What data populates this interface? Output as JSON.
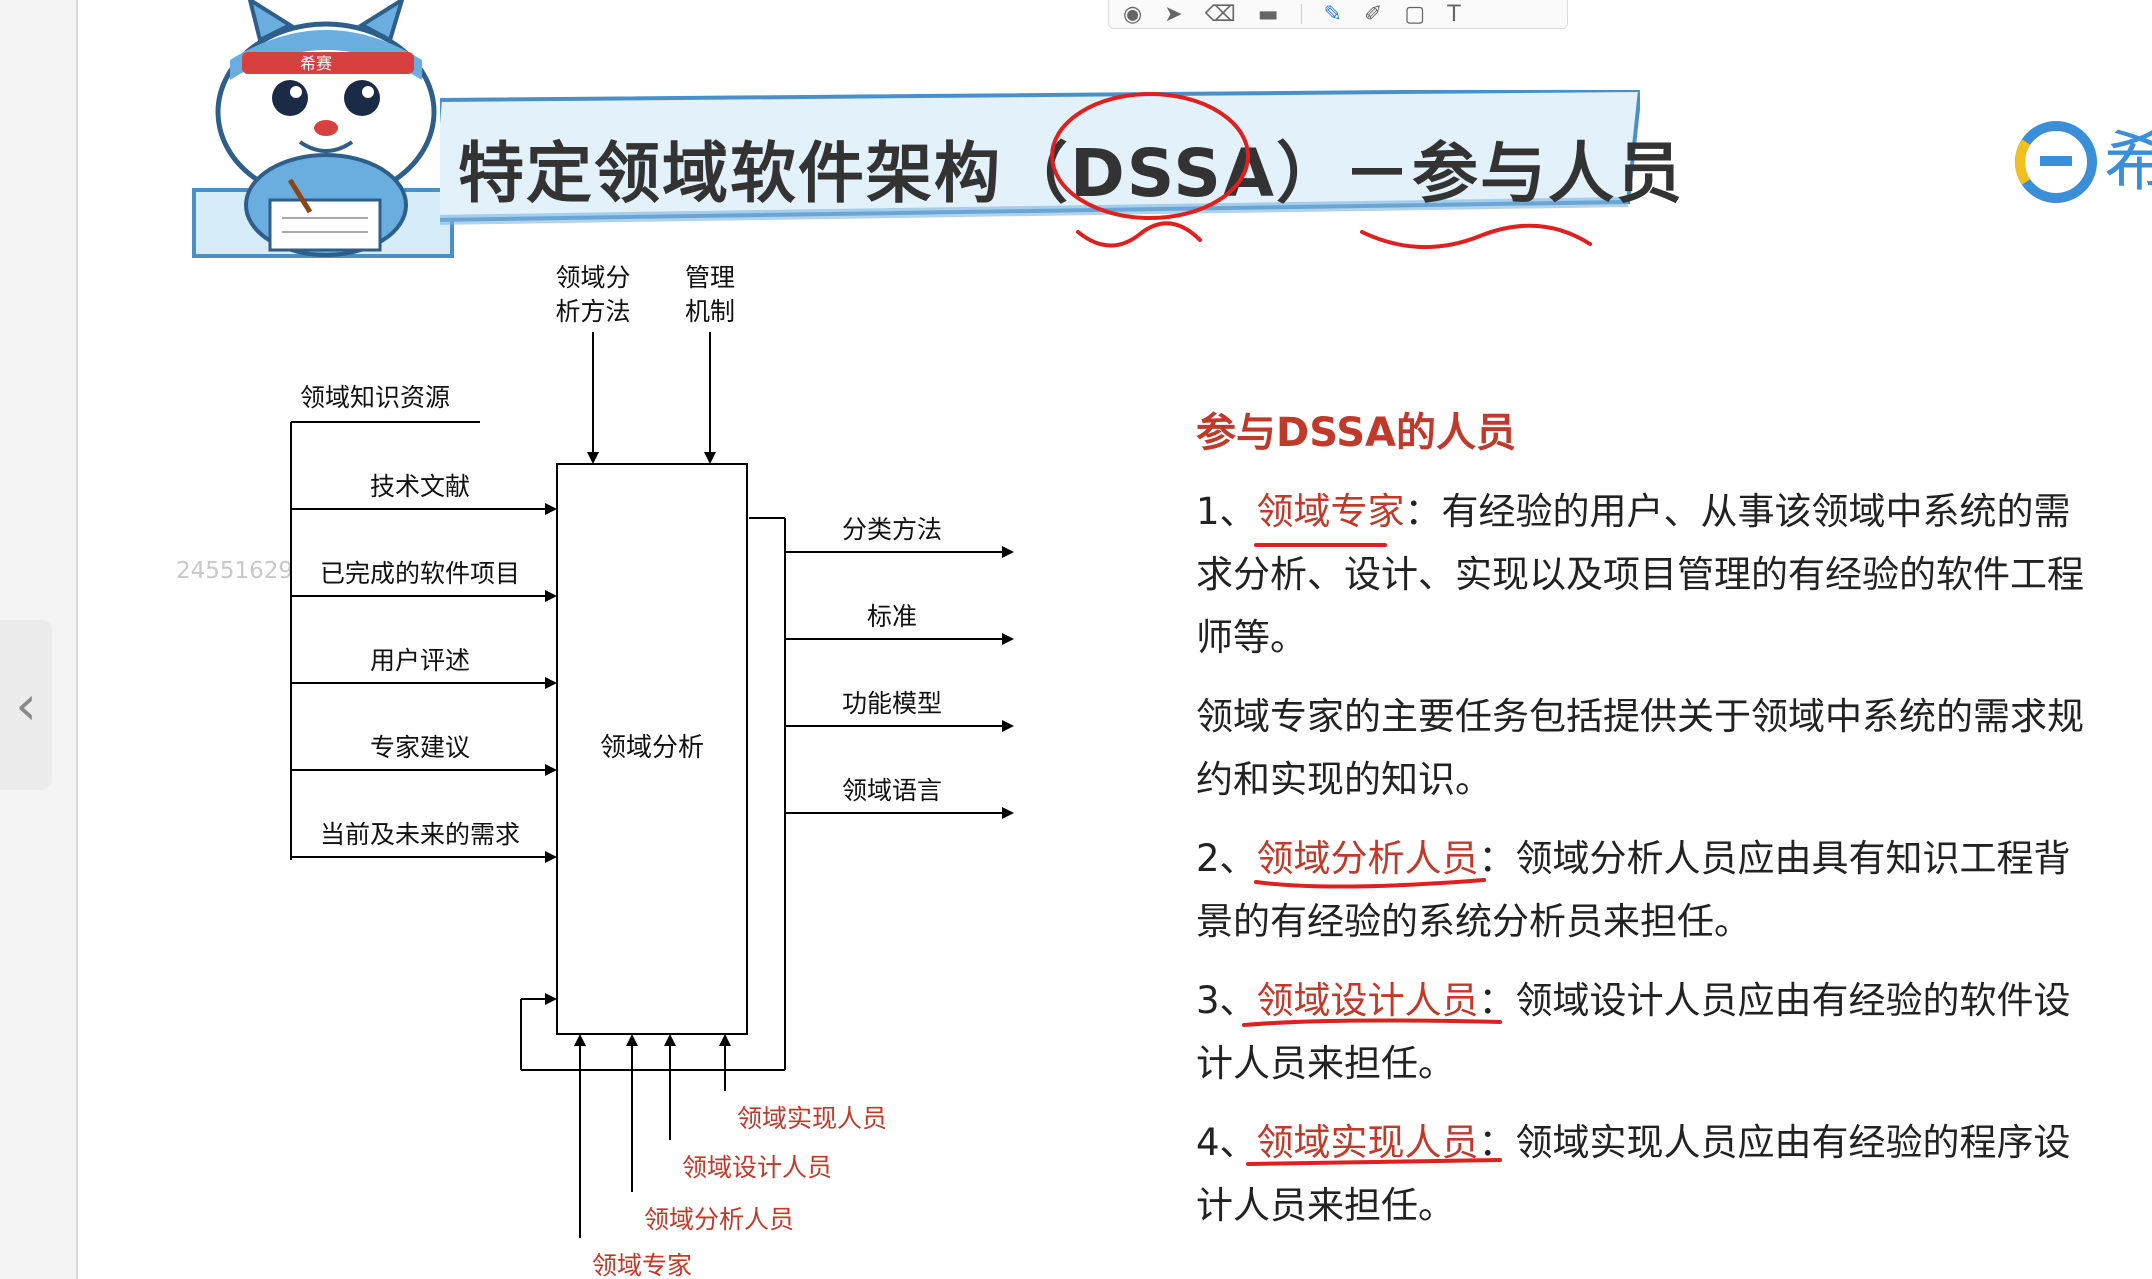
{
  "title": {
    "main": "特定领域软件架构（DSSA）",
    "suffix": "－参与人员"
  },
  "mascot": {
    "headband": "希赛"
  },
  "brand": {
    "glyph": "希"
  },
  "watermark": "24551629",
  "diagram": {
    "center": "领域分析",
    "top_inputs": [
      "领域分析方法",
      "管理机制"
    ],
    "top_input_lines": [
      [
        "领域分",
        "析方法"
      ],
      [
        "管理",
        "机制"
      ]
    ],
    "knowledge_title": "领域知识资源",
    "inputs": [
      "技术文献",
      "已完成的软件项目",
      "用户评述",
      "专家建议",
      "当前及未来的需求"
    ],
    "outputs": [
      "分类方法",
      "标准",
      "功能模型",
      "领域语言"
    ],
    "people": [
      "领域实现人员",
      "领域设计人员",
      "领域分析人员",
      "领域专家"
    ]
  },
  "content": {
    "heading": "参与DSSA的人员",
    "items": [
      {
        "num": "1、",
        "role": "领域专家",
        "text": "：有经验的用户、从事该领域中系统的需求分析、设计、实现以及项目管理的有经验的软件工程师等。"
      },
      {
        "extra": "领域专家的主要任务包括提供关于领域中系统的需求规约和实现的知识。"
      },
      {
        "num": "2、",
        "role": "领域分析人员",
        "text": "：领域分析人员应由具有知识工程背景的有经验的系统分析员来担任。"
      },
      {
        "num": "3、",
        "role": "领域设计人员",
        "text": "：领域设计人员应由有经验的软件设计人员来担任。"
      },
      {
        "num": "4、",
        "role": "领域实现人员",
        "text": "：领域实现人员应由有经验的程序设计人员来担任。"
      }
    ]
  },
  "colors": {
    "accent_red": "#c0392b",
    "banner_blue": "#4a90c8",
    "banner_fill": "#e3f1fb"
  }
}
